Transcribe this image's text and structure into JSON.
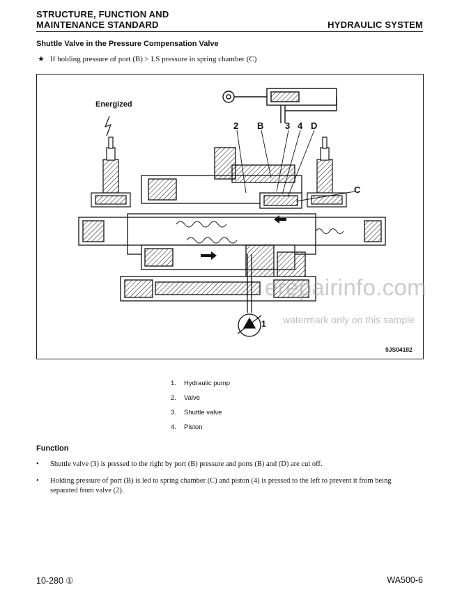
{
  "header": {
    "left_line1": "STRUCTURE, FUNCTION AND",
    "left_line2": "MAINTENANCE STANDARD",
    "right": "HYDRAULIC SYSTEM"
  },
  "section_title": "Shuttle Valve in the Pressure Compensation Valve",
  "condition": {
    "symbol": "★",
    "text": "If holding pressure of port (B) > LS pressure in spring chamber (C)"
  },
  "figure": {
    "labels": {
      "energized": "Energized",
      "l2": "2",
      "lB": "B",
      "l3": "3",
      "l4": "4",
      "lD": "D",
      "lC": "C",
      "l1": "1",
      "code": "9JS04182"
    }
  },
  "legend": [
    {
      "num": "1.",
      "text": "Hydraulic pump"
    },
    {
      "num": "2.",
      "text": "Valve"
    },
    {
      "num": "3.",
      "text": "Shuttle valve"
    },
    {
      "num": "4.",
      "text": "Piston"
    }
  ],
  "function": {
    "title": "Function",
    "bullets": [
      {
        "symbol": "•",
        "text": "Shuttle valve (3) is pressed to the right by port (B) pressure and ports (B) and (D) are cut off."
      },
      {
        "symbol": "•",
        "text": "Holding pressure of port (B) is led to spring chamber (C) and piston (4) is pressed to the left to prevent it from being separated from valve (2)."
      }
    ]
  },
  "watermark": {
    "site": "erepairinfo.com",
    "note": "watermark only on this sample"
  },
  "footer": {
    "page": "10-280 ①",
    "model": "WA500-6"
  }
}
